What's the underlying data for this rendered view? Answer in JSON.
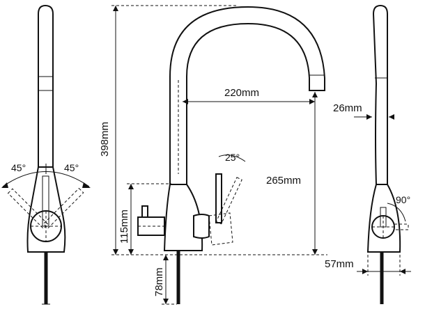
{
  "labels": {
    "left_angle_a": "45°",
    "left_angle_b": "45°",
    "height_total": "398mm",
    "reach": "220mm",
    "spout_clearance": "265mm",
    "handle_angle": "25°",
    "body_height": "115mm",
    "pipe_length": "78mm",
    "spout_diameter": "26mm",
    "right_angle": "90°",
    "base_diameter": "57mm"
  },
  "colors": {
    "stroke": "#111111",
    "background": "#ffffff"
  }
}
